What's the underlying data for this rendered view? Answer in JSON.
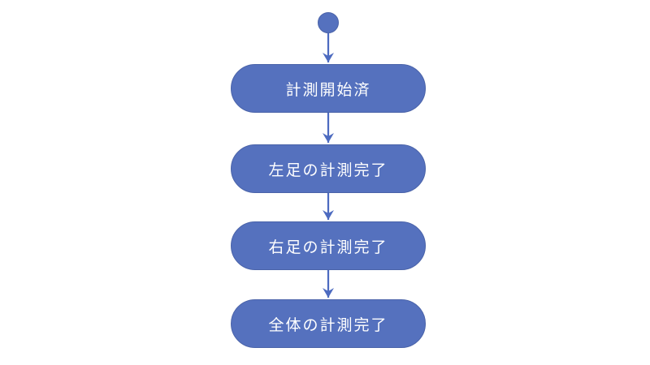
{
  "diagram": {
    "type": "state-flow",
    "colors": {
      "background": "#FFFFFF",
      "node_fill": "#5571BE",
      "node_border": "#4A63A9",
      "arrow": "#4D6BC0",
      "text": "#FFFFFF"
    },
    "start_node": {
      "kind": "initial-state"
    },
    "states": [
      {
        "label": "計測開始済"
      },
      {
        "label": "左足の計測完了"
      },
      {
        "label": "右足の計測完了"
      },
      {
        "label": "全体の計測完了"
      }
    ]
  }
}
